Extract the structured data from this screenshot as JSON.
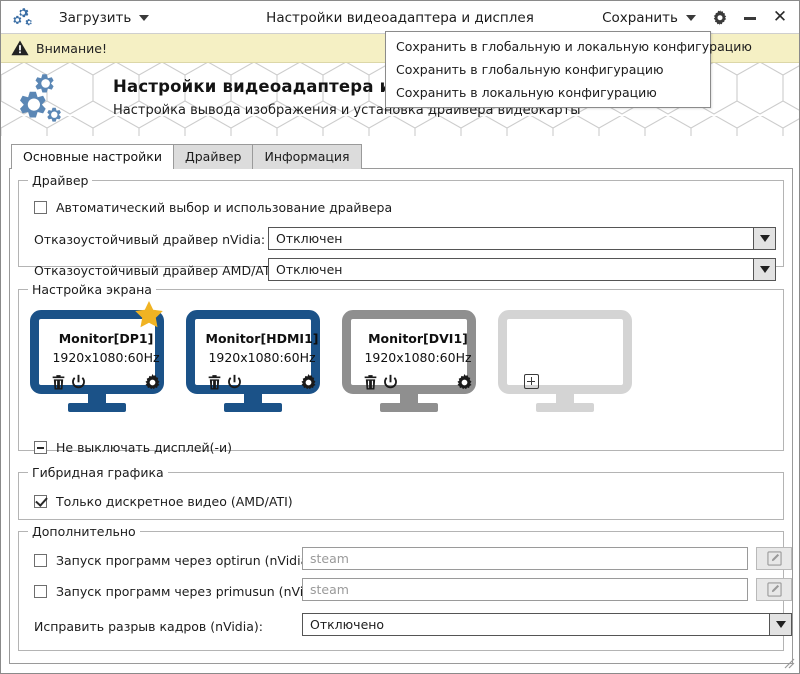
{
  "titlebar": {
    "app_icon": "gears-icon",
    "load_label": "Загрузить",
    "title": "Настройки видеоадаптера и дисплея",
    "save_label": "Сохранить",
    "settings_icon": "gear-icon",
    "minimize_icon": "minimize-icon",
    "close_icon": "close-icon",
    "close_glyph": "✕"
  },
  "save_menu": {
    "items": [
      "Сохранить в глобальную и локальную конфигурацию",
      "Сохранить в глобальную конфигурацию",
      "Сохранить в локальную конфигурацию"
    ]
  },
  "warning": {
    "icon": "warning-triangle-icon",
    "text": "Внимание!",
    "bg": "#f5f0c4"
  },
  "banner": {
    "logo_icon": "gears-logo-icon",
    "heading": "Настройки видеоадаптера и дисплея",
    "subheading": "Настройка вывода изображения и установка драйвера видеокарты"
  },
  "tabs": [
    {
      "label": "Основные настройки",
      "active": true
    },
    {
      "label": "Драйвер",
      "active": false
    },
    {
      "label": "Информация",
      "active": false
    }
  ],
  "driver_group": {
    "title": "Драйвер",
    "auto_checkbox": {
      "label": "Автоматический выбор и использование драйвера",
      "state": "unchecked"
    },
    "nvidia": {
      "label": "Отказоустойчивый драйвер nVidia:",
      "value": "Отключен"
    },
    "amd": {
      "label": "Отказоустойчивый драйвер AMD/ATI:",
      "value": "Отключен"
    }
  },
  "screen_group": {
    "title": "Настройка экрана",
    "monitors": [
      {
        "name": "Monitor[DP1]",
        "resolution": "1920x1080:60Hz",
        "state": "active",
        "primary": true,
        "icons": [
          "trash-icon",
          "power-icon",
          "gear-icon"
        ]
      },
      {
        "name": "Monitor[HDMI1]",
        "resolution": "1920x1080:60Hz",
        "state": "active",
        "primary": false,
        "icons": [
          "trash-icon",
          "power-icon",
          "gear-icon"
        ]
      },
      {
        "name": "Monitor[DVI1]",
        "resolution": "1920x1080:60Hz",
        "state": "disabled",
        "primary": false,
        "icons": [
          "trash-icon",
          "power-icon",
          "gear-icon"
        ]
      },
      {
        "name": "",
        "resolution": "",
        "state": "empty",
        "primary": false,
        "icons": [
          "plus-icon"
        ]
      }
    ],
    "keep_on_checkbox": {
      "label": "Не выключать дисплей(-и)",
      "state": "partial"
    },
    "active_color": "#1b5288",
    "disabled_color": "#8f8f8f",
    "empty_color": "#d4d4d4",
    "star_color": "#f0b323"
  },
  "hybrid_group": {
    "title": "Гибридная графика",
    "discrete_checkbox": {
      "label": "Только дискретное видео (AMD/ATI)",
      "state": "checked"
    }
  },
  "extra_group": {
    "title": "Дополнительно",
    "optirun": {
      "label": "Запуск программ через optirun (nVidia):",
      "state": "unchecked",
      "placeholder": "steam",
      "value": "",
      "edit_icon": "pencil-square-icon"
    },
    "primusrun": {
      "label": "Запуск программ через primusun (nVidia):",
      "state": "unchecked",
      "placeholder": "steam",
      "value": "",
      "edit_icon": "pencil-square-icon"
    },
    "tearfix": {
      "label": "Исправить разрыв кадров (nVidia):",
      "value": "Отключено"
    }
  },
  "resize_grip": "resize-grip-icon"
}
